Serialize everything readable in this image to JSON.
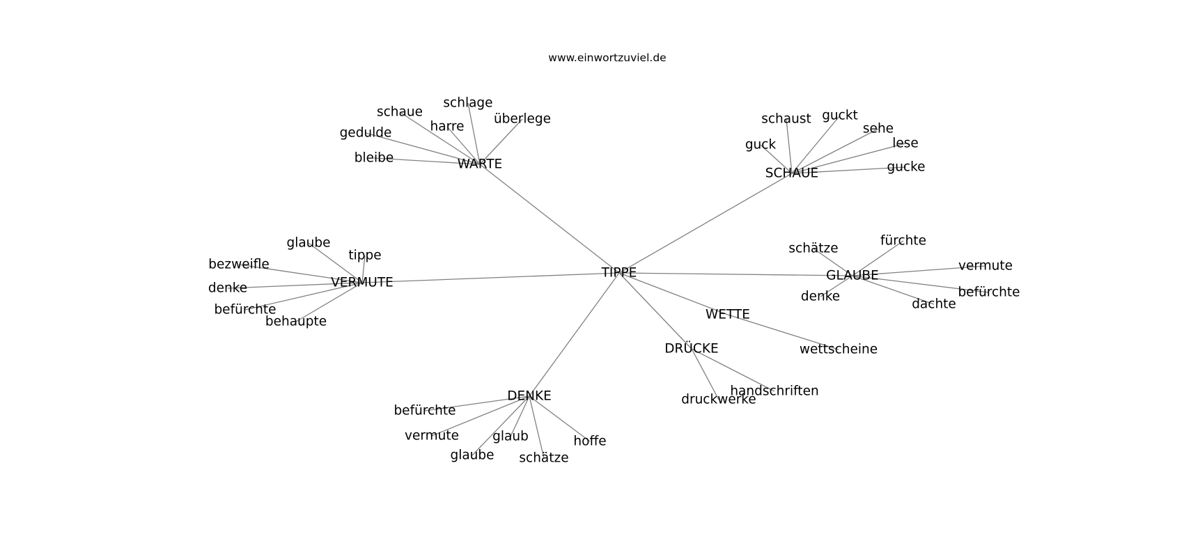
{
  "source": "www.einwortzuviel.de",
  "colors": {
    "edge": "#808080",
    "text": "#000000",
    "background": "#ffffff"
  },
  "root": "TIPPE",
  "hubs": [
    {
      "id": "warte",
      "label": "WARTE",
      "children": [
        "schlage",
        "überlege",
        "schaue",
        "harre",
        "gedulde",
        "bleibe"
      ]
    },
    {
      "id": "schaue",
      "label": "SCHAUE",
      "children": [
        "schaust",
        "guckt",
        "sehe",
        "guck",
        "lese",
        "gucke"
      ]
    },
    {
      "id": "vermute",
      "label": "VERMUTE",
      "children": [
        "glaube",
        "tippe",
        "bezweifle",
        "denke",
        "befürchte",
        "behaupte"
      ]
    },
    {
      "id": "glaube",
      "label": "GLAUBE",
      "children": [
        "schätze",
        "fürchte",
        "vermute",
        "befürchte",
        "denke",
        "dachte"
      ]
    },
    {
      "id": "wette",
      "label": "WETTE",
      "children": [
        "wettscheine"
      ]
    },
    {
      "id": "druecke",
      "label": "DRÜCKE",
      "children": [
        "druckwerke",
        "handschriften"
      ]
    },
    {
      "id": "denke",
      "label": "DENKE",
      "children": [
        "befürchte",
        "vermute",
        "glaub",
        "hoffe",
        "glaube",
        "schätze"
      ]
    }
  ]
}
